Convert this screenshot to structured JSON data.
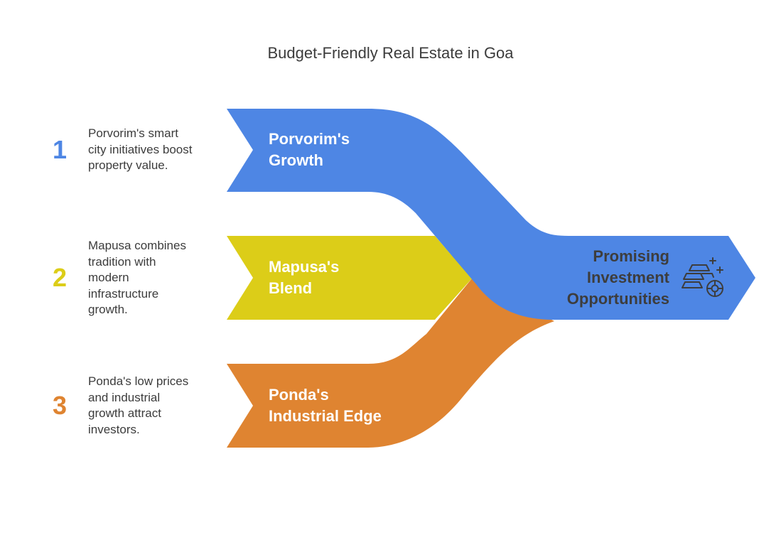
{
  "title": "Budget-Friendly Real Estate in Goa",
  "colors": {
    "blue": "#4e86e4",
    "yellow": "#dccd18",
    "orange": "#df8431",
    "text": "#3c3c3c"
  },
  "items": [
    {
      "number": "1",
      "label_lines": [
        "Porvorim's",
        "Growth"
      ],
      "description_lines": [
        "Porvorim's smart",
        "city initiatives boost",
        "property value."
      ]
    },
    {
      "number": "2",
      "label_lines": [
        "Mapusa's",
        "Blend"
      ],
      "description_lines": [
        "Mapusa combines",
        "tradition with",
        "modern",
        "infrastructure",
        "growth."
      ]
    },
    {
      "number": "3",
      "label_lines": [
        "Ponda's",
        "Industrial Edge"
      ],
      "description_lines": [
        "Ponda's low prices",
        "and industrial",
        "growth attract",
        "investors."
      ]
    }
  ],
  "target": {
    "label_lines": [
      "Promising",
      "Investment",
      "Opportunities"
    ],
    "icon": "gold-bars-coin-icon"
  }
}
